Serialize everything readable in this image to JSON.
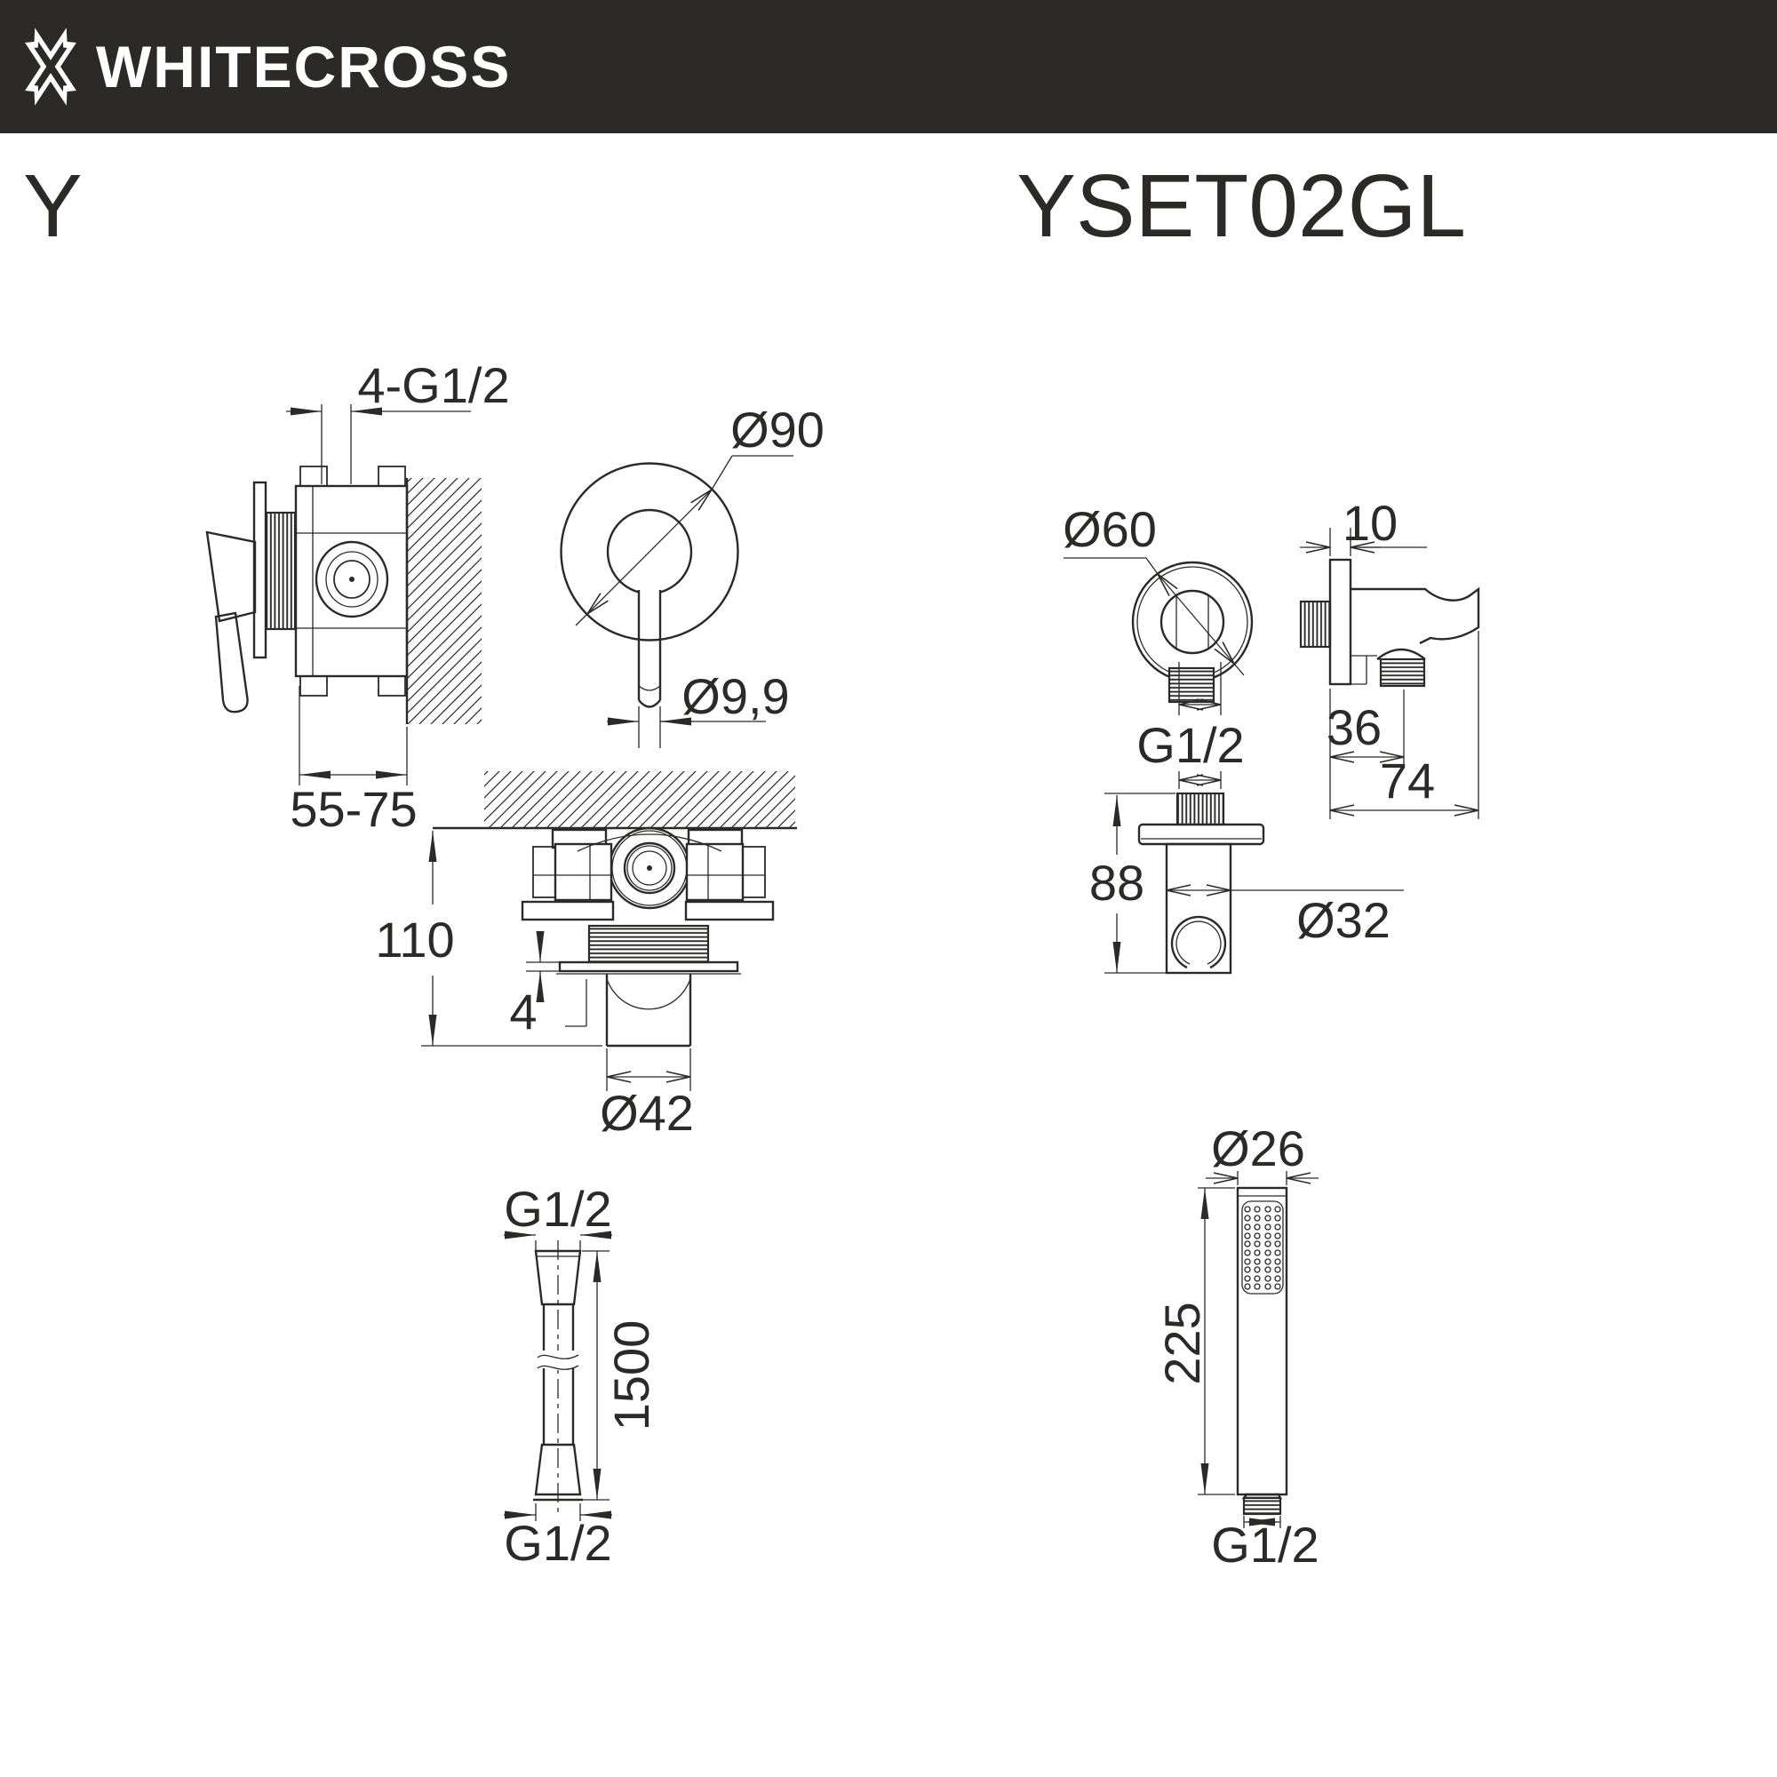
{
  "header": {
    "brand": "WHITECROSS"
  },
  "product": {
    "series": "Y",
    "model": "YSET02GL"
  },
  "colors": {
    "ink": "#2B2A29",
    "paper": "#FFFFFF",
    "header_bg": "#2B2A29",
    "header_fg": "#FFFFFF"
  },
  "drawings": {
    "mixer_side": {
      "thread": "4-G1/2",
      "depth": "55-75"
    },
    "mixer_front": {
      "diameter": "Ø90",
      "lever_diameter": "Ø9,9"
    },
    "mixer_bottom": {
      "height": "110",
      "plate_thickness": "4",
      "spout_diameter": "Ø42"
    },
    "outlet_front": {
      "diameter": "Ø60",
      "thread": "G1/2"
    },
    "outlet_side": {
      "plate_thickness": "10",
      "axis_offset": "36",
      "depth": "74"
    },
    "outlet_bottom": {
      "height": "88",
      "body_diameter": "Ø32"
    },
    "hose": {
      "top_thread": "G1/2",
      "length": "1500",
      "bottom_thread": "G1/2"
    },
    "hand_shower": {
      "head_diameter": "Ø26",
      "length": "225",
      "thread": "G1/2"
    }
  }
}
